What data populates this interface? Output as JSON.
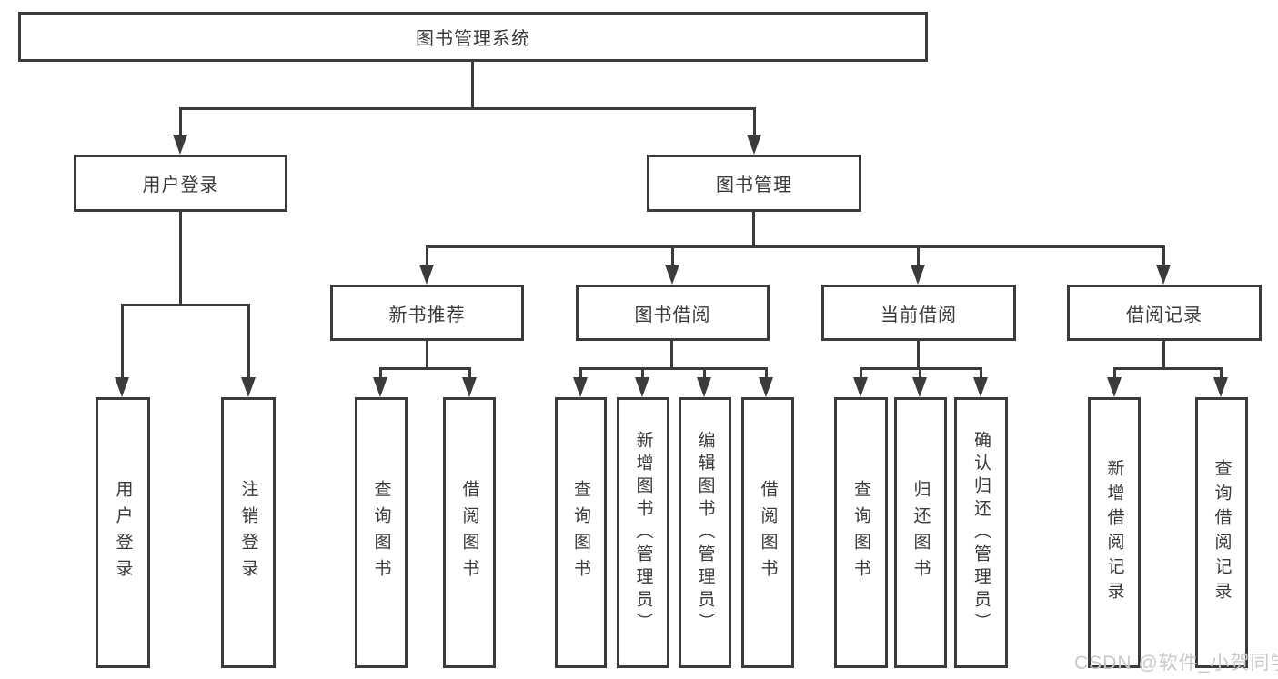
{
  "diagram": {
    "type": "tree",
    "title": "图书管理系统",
    "colors": {
      "line": "#3b3b3b",
      "text": "#3a3a3a",
      "background": "#ffffff",
      "watermark": "#c9c9c9"
    },
    "nodes": {
      "root": "图书管理系统",
      "user_login": "用户登录",
      "book_mgmt": "图书管理",
      "new_book_rec": "新书推荐",
      "book_borrow": "图书借阅",
      "current_borrow": "当前借阅",
      "borrow_records": "借阅记录",
      "leaf_user_login": "用户登录",
      "leaf_logout": "注销登录",
      "leaf_nb_query": "查询图书",
      "leaf_nb_borrow": "借阅图书",
      "leaf_bb_query": "查询图书",
      "leaf_bb_add": "新增图书（管理员）",
      "leaf_bb_edit": "编辑图书（管理员）",
      "leaf_bb_borrow": "借阅图书",
      "leaf_cb_query": "查询图书",
      "leaf_cb_return": "归还图书",
      "leaf_cb_confirm": "确认归还（管理员）",
      "leaf_br_add": "新增借阅记录",
      "leaf_br_query": "查询借阅记录"
    },
    "hierarchy": {
      "图书管理系统": {
        "用户登录": [
          "用户登录",
          "注销登录"
        ],
        "图书管理": {
          "新书推荐": [
            "查询图书",
            "借阅图书"
          ],
          "图书借阅": [
            "查询图书",
            "新增图书（管理员）",
            "编辑图书（管理员）",
            "借阅图书"
          ],
          "当前借阅": [
            "查询图书",
            "归还图书",
            "确认归还（管理员）"
          ],
          "借阅记录": [
            "新增借阅记录",
            "查询借阅记录"
          ]
        }
      }
    },
    "watermark": "CSDN @软件_小贺同学"
  }
}
